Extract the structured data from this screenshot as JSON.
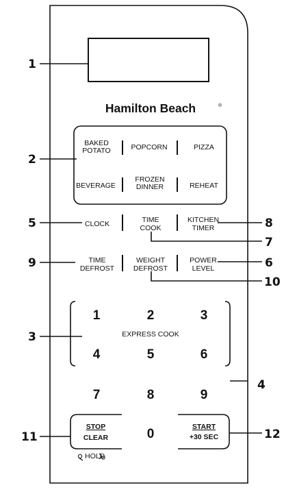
{
  "brand": "Hamilton Beach",
  "callouts": {
    "c1": "1",
    "c2": "2",
    "c3": "3",
    "c4": "4",
    "c5": "5",
    "c6": "6",
    "c7": "7",
    "c8": "8",
    "c9": "9",
    "c10": "10",
    "c11": "11",
    "c12": "12"
  },
  "presets": {
    "baked_potato": [
      "BAKED",
      "POTATO"
    ],
    "popcorn": "POPCORN",
    "pizza": "PIZZA",
    "beverage": "BEVERAGE",
    "frozen_dinner": [
      "FROZEN",
      "DINNER"
    ],
    "reheat": "REHEAT"
  },
  "functions": {
    "clock": "CLOCK",
    "time_cook": [
      "TIME",
      "COOK"
    ],
    "kitchen_timer": [
      "KITCHEN",
      "TIMER"
    ],
    "time_defrost": [
      "TIME",
      "DEFROST"
    ],
    "weight_defrost": [
      "WEIGHT",
      "DEFROST"
    ],
    "power_level": [
      "POWER",
      "LEVEL"
    ]
  },
  "keypad": {
    "k1": "1",
    "k2": "2",
    "k3": "3",
    "k4": "4",
    "k5": "5",
    "k6": "6",
    "k7": "7",
    "k8": "8",
    "k9": "9",
    "k0": "0",
    "express_label": "EXPRESS COOK"
  },
  "stop_clear": [
    "STOP",
    "CLEAR"
  ],
  "hold_label": "HOLD",
  "start": [
    "START",
    "+30 SEC"
  ]
}
